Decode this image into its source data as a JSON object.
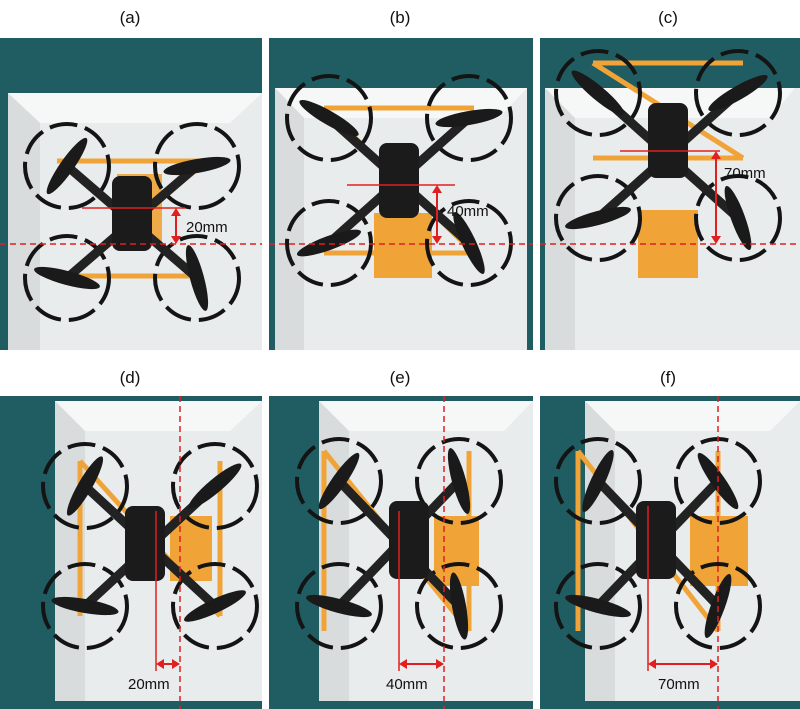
{
  "panels": [
    {
      "label": "(a)",
      "measurement": "20mm"
    },
    {
      "label": "(b)",
      "measurement": "40mm"
    },
    {
      "label": "(c)",
      "measurement": "70mm"
    },
    {
      "label": "(d)",
      "measurement": "20mm"
    },
    {
      "label": "(e)",
      "measurement": "40mm"
    },
    {
      "label": "(f)",
      "measurement": "70mm"
    }
  ],
  "colors": {
    "background_teal": "#1f5d62",
    "surface_white": "#e9ecec",
    "frame_orange": "#f0a437",
    "guard_black": "#141414",
    "body_black": "#1b1b1b",
    "marker_red": "#e02020"
  }
}
